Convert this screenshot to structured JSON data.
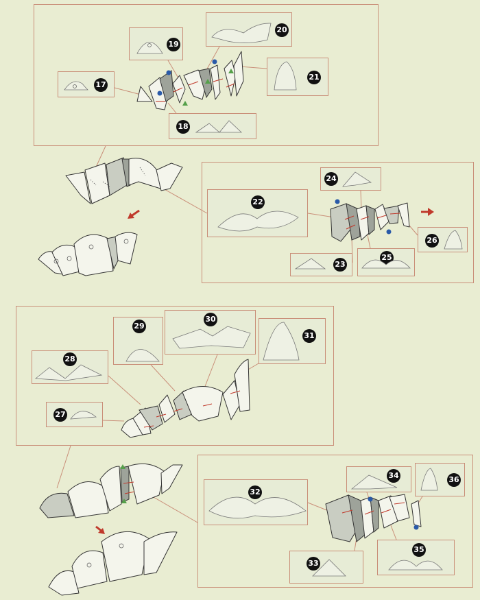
{
  "colors": {
    "background": "#e9edd2",
    "frame": "#c98e78",
    "glue_arrow": "#c0392b",
    "blue_marker": "#2a5aa8",
    "green_marker": "#55a04a",
    "badge": "#111111"
  },
  "steps": {
    "s17": "17",
    "s18": "18",
    "s19": "19",
    "s20": "20",
    "s21": "21",
    "s22": "22",
    "s23": "23",
    "s24": "24",
    "s25": "25",
    "s26": "26",
    "s27": "27",
    "s28": "28",
    "s29": "29",
    "s30": "30",
    "s31": "31",
    "s32": "32",
    "s33": "33",
    "s34": "34",
    "s35": "35",
    "s36": "36"
  }
}
